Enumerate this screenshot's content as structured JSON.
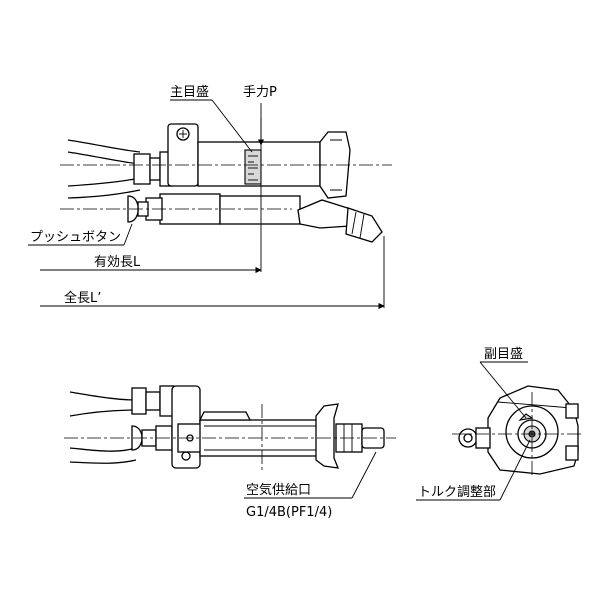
{
  "labels": {
    "main_scale": "主目盛",
    "hand_force": "手力P",
    "push_button": "プッシュボタン",
    "effective_length": "有効長L",
    "total_length": "全長L’",
    "sub_scale": "副目盛",
    "air_supply": "空気供給口",
    "air_thread": "G1/4B(PF1/4)",
    "torque_adjust": "トルク調整部"
  }
}
